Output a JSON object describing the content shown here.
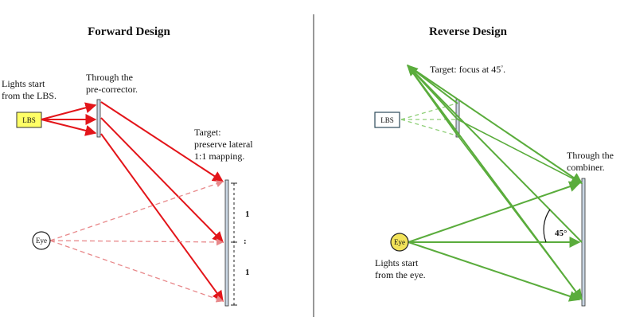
{
  "colors": {
    "forward_ray": "#e3151a",
    "forward_ray_dashed": "#e8888a",
    "reverse_ray": "#5aac3c",
    "reverse_ray_dashed": "#8fcf78",
    "lbs_fill": "#ffff66",
    "eye_fill_reverse": "#f2e35a",
    "element_fill": "#c9d6e3",
    "divider": "#555555"
  },
  "forward": {
    "title": "Forward Design",
    "start_note": [
      "Lights start",
      "from the LBS."
    ],
    "precorrector_note": [
      "Through the",
      "pre-corrector."
    ],
    "target_note": [
      "Target:",
      "preserve lateral",
      "1:1 mapping."
    ],
    "lbs_label": "LBS",
    "eye_label": "Eye",
    "ratio_top": "1",
    "ratio_bottom": "1",
    "ratio_dots": ":"
  },
  "reverse": {
    "title": "Reverse Design",
    "target_note": "Target: focus at 45",
    "target_degree": "°",
    "target_period": ".",
    "combiner_note": [
      "Through the",
      "combiner."
    ],
    "lbs_label": "LBS",
    "eye_label": "Eye",
    "start_note": [
      "Lights start",
      "from the eye."
    ],
    "angle_label": "45°"
  }
}
